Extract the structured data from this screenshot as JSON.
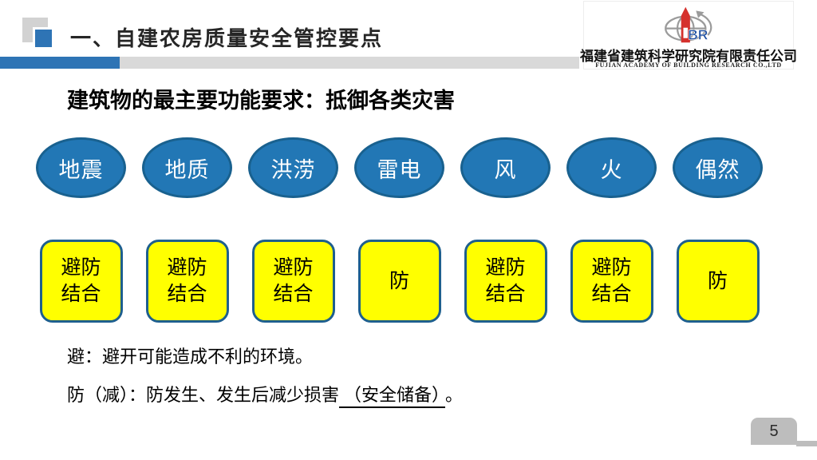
{
  "header": {
    "title": "一、自建农房质量安全管控要点",
    "logo": {
      "icon": "abr-globe-building-logo",
      "letters": "BR",
      "company_cn": "福建省建筑科学研究院有限责任公司",
      "company_en": "FUJIAN ACADEMY OF BUILDING RESEARCH CO.,LTD"
    }
  },
  "subtitle": "建筑物的最主要功能要求：抵御各类灾害",
  "hazards": [
    "地震",
    "地质",
    "洪涝",
    "雷电",
    "风",
    "火",
    "偶然"
  ],
  "responses": [
    "避防\n结合",
    "避防\n结合",
    "避防\n结合",
    "防",
    "避防\n结合",
    "避防\n结合",
    "防"
  ],
  "notes": {
    "line1": "避：避开可能造成不利的环境。",
    "line2_pre": "防（减）：防发生、发生后减少损害",
    "line2_underlined": "（安全储备）",
    "line2_suffix": "。"
  },
  "footer": {
    "page_number": "5"
  },
  "colors": {
    "accent_blue": "#2e74b5",
    "ellipse_fill": "#2277b5",
    "ellipse_border": "#19618f",
    "box_fill": "#ffff00",
    "box_border": "#1e5f8e",
    "bar_gray": "#d9d9d9",
    "footer_gray": "#bdbdbd",
    "logo_red": "#d5312d",
    "logo_blue": "#1e4fa1",
    "logo_gray": "#9b9b9b"
  }
}
